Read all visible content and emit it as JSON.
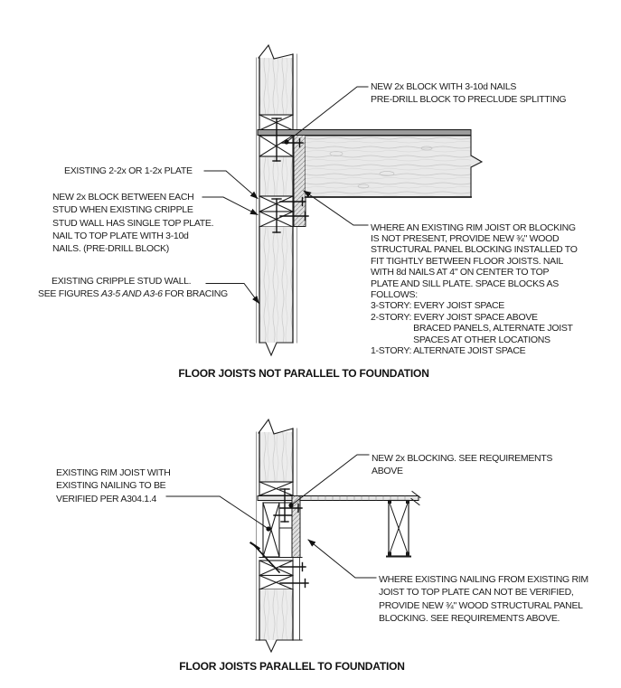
{
  "page": {
    "background": "#ffffff",
    "line_color": "#1b1b1b",
    "wood_fill": "#ececec",
    "subfloor_fill": "#9c9c9c"
  },
  "diagram1": {
    "caption": "FLOOR JOISTS NOT PARALLEL TO FOUNDATION",
    "labels": {
      "new_block": "NEW 2x BLOCK WITH 3-10d NAILS\nPRE-DRILL BLOCK TO PRECLUDE SPLITTING",
      "existing_plate": "EXISTING 2-2x OR 1-2x PLATE",
      "new_block_between": "NEW 2x BLOCK BETWEEN EACH\nSTUD WHEN EXISTING CRIPPLE\nSTUD WALL HAS SINGLE TOP PLATE.\nNAIL TO TOP PLATE WITH 3-10d\nNAILS. (PRE-DRILL BLOCK)",
      "cripple_wall_line1": "EXISTING CRIPPLE STUD WALL.",
      "cripple_wall_line2_prefix": "SEE FIGURES ",
      "cripple_wall_line2_italic": "A3-5 AND A3-6",
      "cripple_wall_line2_suffix": " FOR BRACING",
      "rim_joist_note": "WHERE AN EXISTING RIM JOIST OR BLOCKING\nIS NOT PRESENT, PROVIDE NEW ¾\" WOOD\nSTRUCTURAL PANEL BLOCKING INSTALLED TO\nFIT TIGHTLY BETWEEN FLOOR JOISTS. NAIL\nWITH 8d NAILS AT 4\" ON CENTER TO TOP\nPLATE AND SILL PLATE. SPACE BLOCKS AS\nFOLLOWS:\n3-STORY: EVERY JOIST SPACE\n2-STORY: EVERY JOIST SPACE ABOVE\n                  BRACED PANELS, ALTERNATE JOIST\n                  SPACES AT OTHER LOCATIONS\n1-STORY: ALTERNATE JOIST SPACE"
    }
  },
  "diagram2": {
    "caption": "FLOOR JOISTS PARALLEL TO FOUNDATION",
    "labels": {
      "new_blocking": "NEW 2x BLOCKING. SEE REQUIREMENTS\nABOVE",
      "existing_rim": "EXISTING RIM JOIST WITH\nEXISTING NAILING TO BE\nVERIFIED PER A304.1.4",
      "nailing_note": "WHERE EXISTING NAILING FROM EXISTING RIM\nJOIST TO TOP PLATE CAN NOT BE VERIFIED,\nPROVIDE NEW ¾\" WOOD STRUCTURAL PANEL\nBLOCKING. SEE REQUIREMENTS ABOVE."
    }
  }
}
